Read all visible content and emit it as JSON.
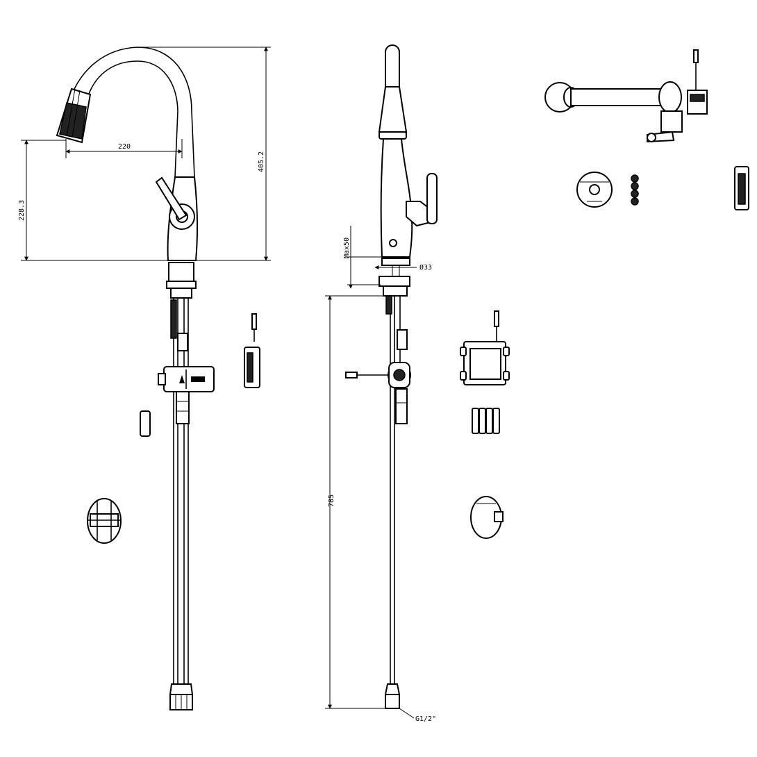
{
  "dimensions": {
    "spout_reach": "220",
    "spout_height": "228.3",
    "total_height": "405.2",
    "max_deck_thickness": "Max50",
    "hole_diameter": "Ø33",
    "hose_length": "785",
    "connection_thread": "G1/2\""
  }
}
